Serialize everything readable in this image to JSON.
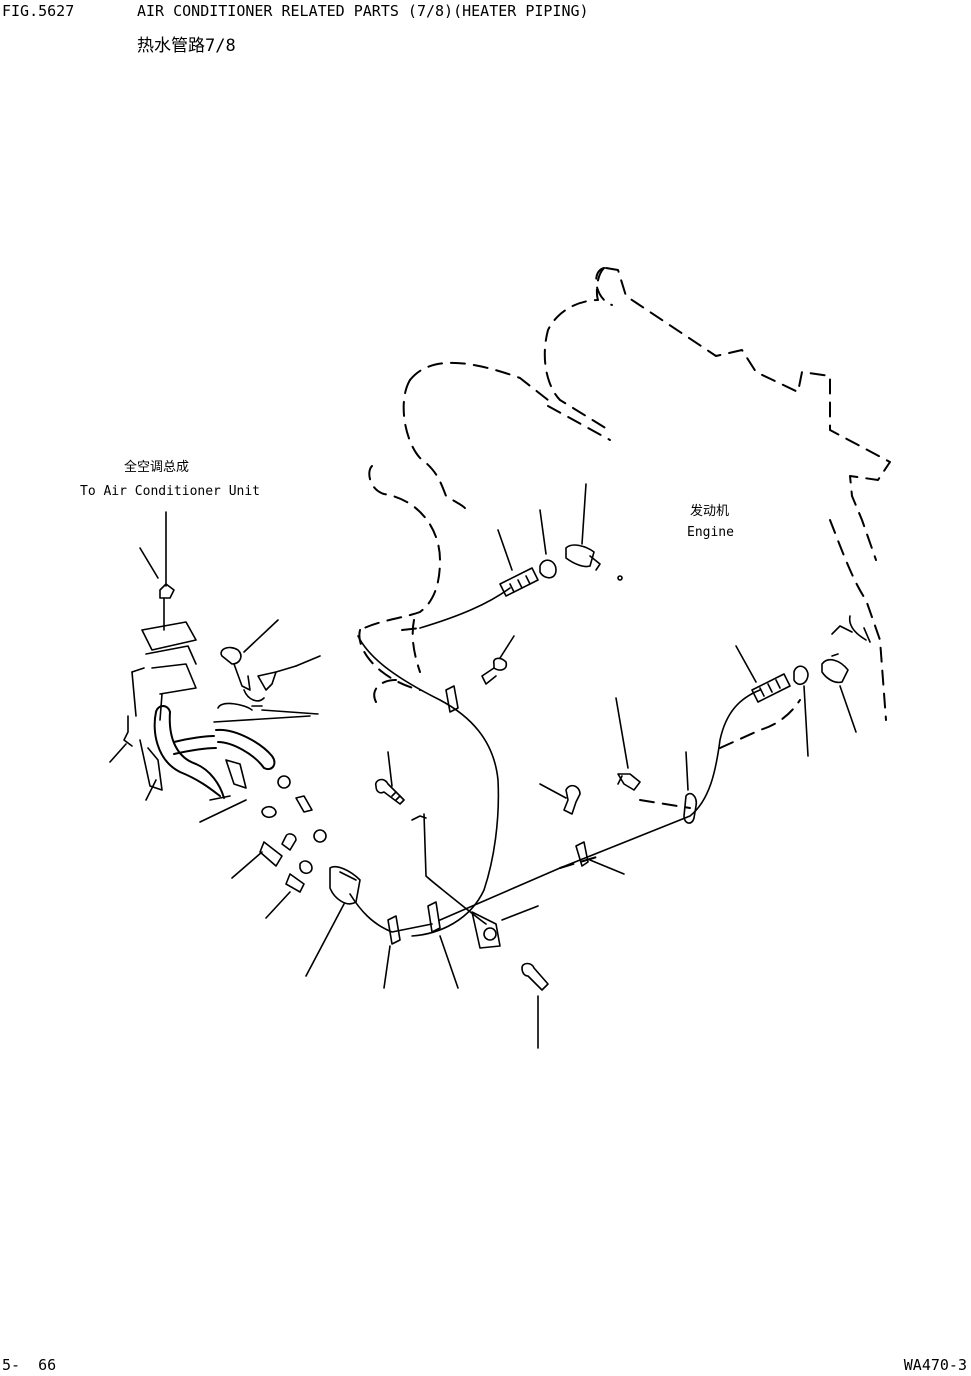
{
  "header": {
    "figure_number": "FIG.5627",
    "title": "AIR CONDITIONER RELATED PARTS (7/8)(HEATER PIPING)",
    "title_cn": "热水管路7/8"
  },
  "labels": {
    "ac_unit_cn": "全空调总成",
    "ac_unit_en": "To Air Conditioner Unit",
    "engine_cn": "发动机",
    "engine_en": "Engine"
  },
  "footer": {
    "page_number": "5-  66",
    "model": "WA470-3"
  }
}
